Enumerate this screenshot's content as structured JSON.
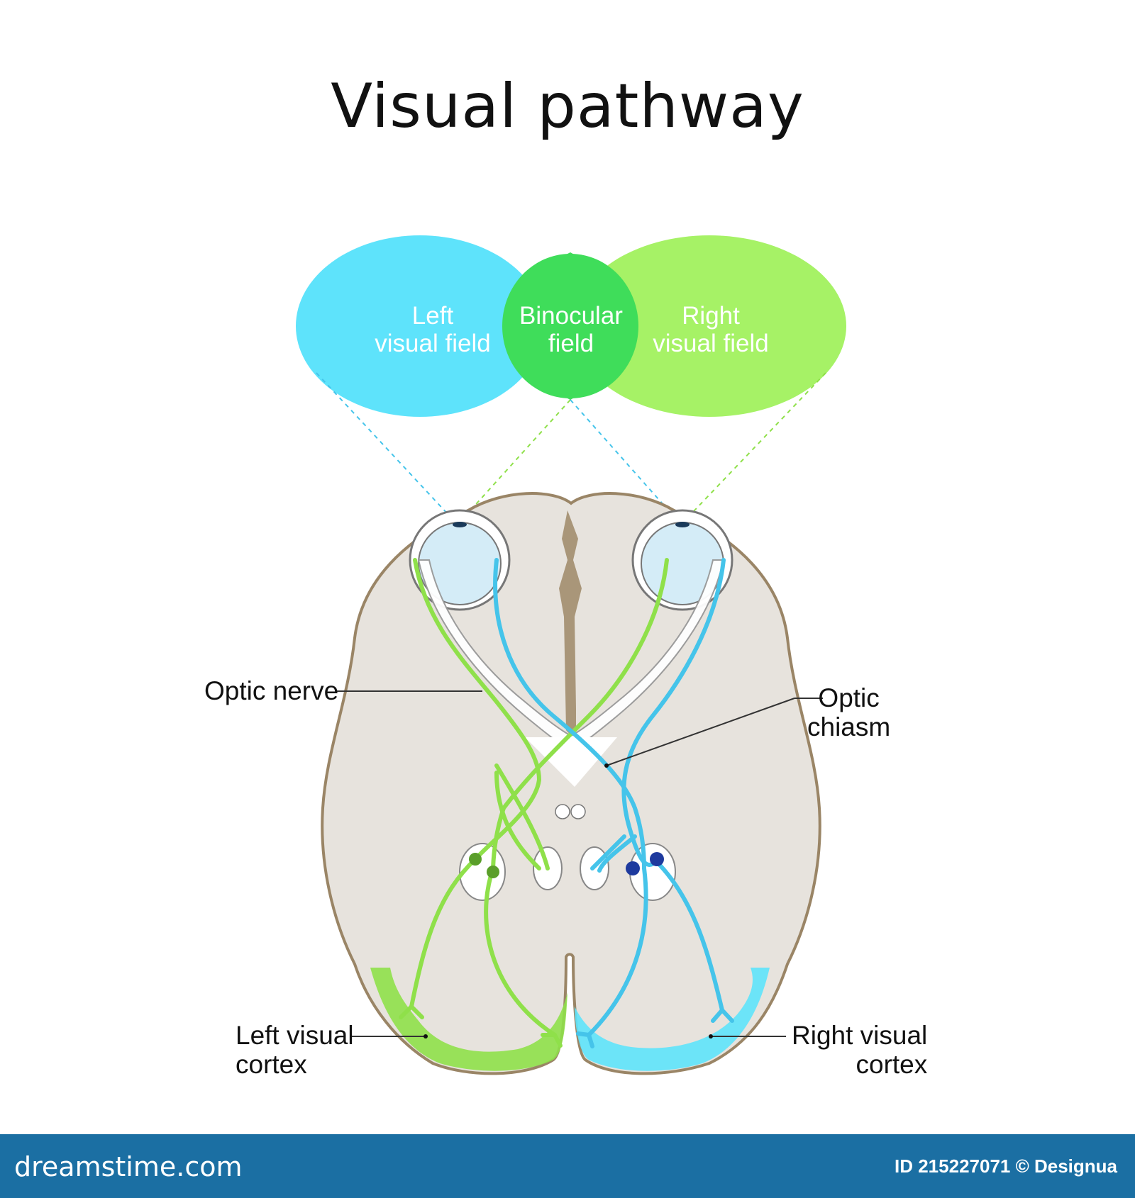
{
  "title": "Visual pathway",
  "fields": {
    "left": "Left\nvisual field",
    "binocular": "Binocular\nfield",
    "right": "Right\nvisual field"
  },
  "labels": {
    "optic_nerve": "Optic nerve",
    "optic_chiasm": "Optic\nchiasm",
    "left_cortex": "Left visual\ncortex",
    "right_cortex": "Right visual\ncortex"
  },
  "footer": {
    "brand": "dreamstime.com",
    "credit": "ID 215227071 © Designua"
  },
  "colors": {
    "left_field": "#5ee3fb",
    "right_field": "#a6f266",
    "binocular": "#3fdd5a",
    "brain": "#e7e3dd",
    "brain_outline": "#9a8566",
    "green_path": "#8fe04a",
    "blue_path": "#45c4ea",
    "footer": "#1b6fa3"
  }
}
